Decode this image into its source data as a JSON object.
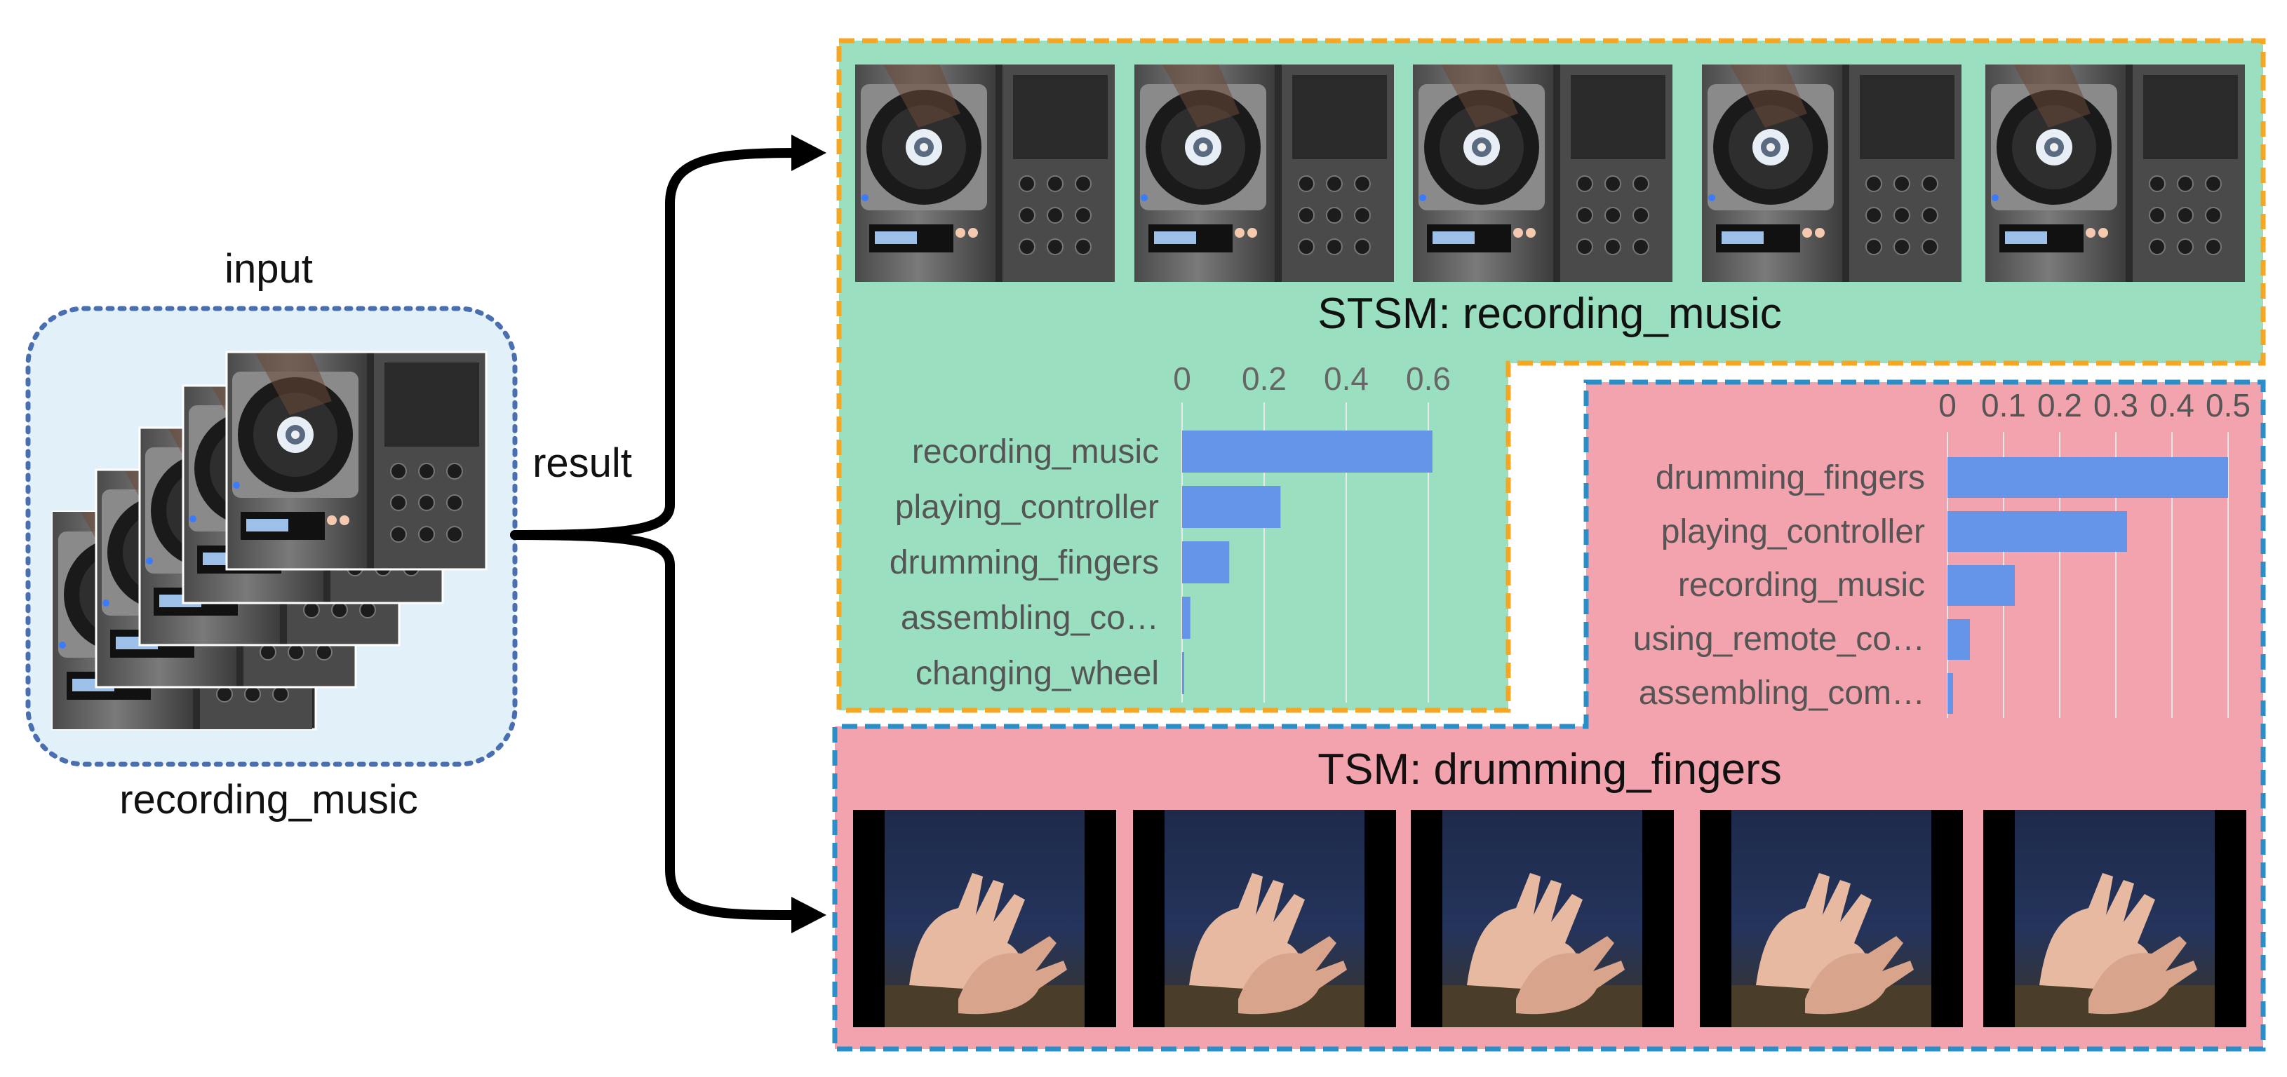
{
  "input": {
    "label_top": "input",
    "label_bottom": "recording_music"
  },
  "result_label": "result",
  "stsm": {
    "title": "STSM: recording_music",
    "panel_color": "#9ae0c0",
    "border_color": "#f5a623"
  },
  "tsm": {
    "title": "TSM: drumming_fingers",
    "panel_color": "#f2a3ad",
    "border_color": "#2a8fc9"
  },
  "colors": {
    "bar": "#6495e8",
    "input_bg": "#e2f0fa",
    "input_border": "#4a6fb0"
  },
  "chart_data": [
    {
      "type": "bar",
      "orientation": "horizontal",
      "categories": [
        "recording_music",
        "playing_controller",
        "drumming_fingers",
        "assembling_co…",
        "changing_wheel"
      ],
      "values": [
        0.61,
        0.24,
        0.115,
        0.02,
        0.004
      ],
      "xlim": [
        0,
        0.6
      ],
      "xticks": [
        "0",
        "0.2",
        "0.4",
        "0.6"
      ],
      "xtick_values": [
        0,
        0.2,
        0.4,
        0.6
      ],
      "grid": true
    },
    {
      "type": "bar",
      "orientation": "horizontal",
      "categories": [
        "drumming_fingers",
        "playing_controller",
        "recording_music",
        "using_remote_co…",
        "assembling_com…"
      ],
      "values": [
        0.5,
        0.32,
        0.12,
        0.04,
        0.01
      ],
      "xlim": [
        0,
        0.5
      ],
      "xticks": [
        "0",
        "0.1",
        "0.2",
        "0.3",
        "0.4",
        "0.5"
      ],
      "xtick_values": [
        0,
        0.1,
        0.2,
        0.3,
        0.4,
        0.5
      ],
      "grid": true
    }
  ]
}
